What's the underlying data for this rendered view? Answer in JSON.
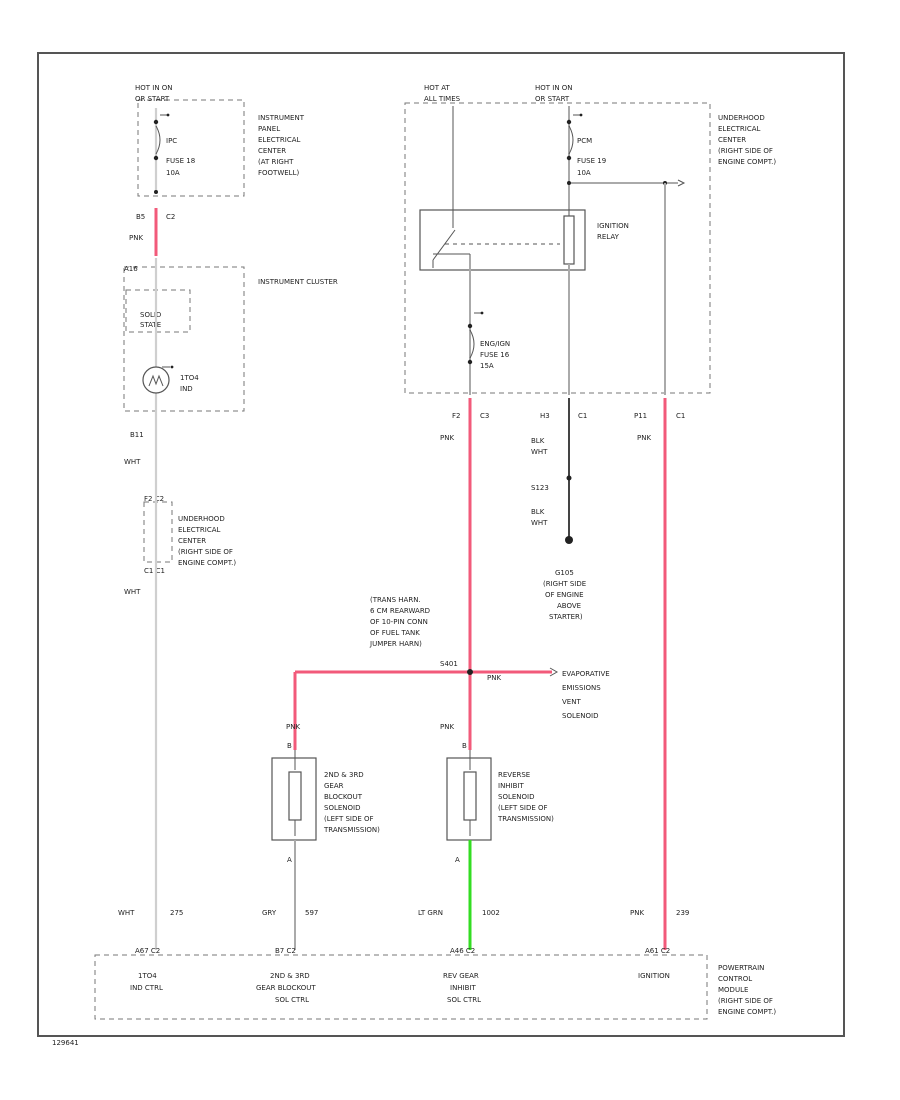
{
  "labels": {
    "hot_run_start_1": [
      "HOT IN ON",
      "OR START"
    ],
    "ipc_fuse": [
      "IPC",
      "FUSE 18",
      "10A"
    ],
    "ipec": [
      "INSTRUMENT",
      "PANEL",
      "ELECTRICAL",
      "CENTER",
      "(AT RIGHT",
      "FOOTWELL)"
    ],
    "c2_pin": "B5",
    "c2": "C2",
    "pnk_top": "PNK",
    "a16": "A16",
    "instrument_cluster": "INSTRUMENT CLUSTER",
    "solid_state": [
      "SOLID",
      "STATE"
    ],
    "lamp": [
      "1TO4",
      "IND"
    ],
    "b11": "B11",
    "wht1": "WHT",
    "f2_c2": "F2 C2",
    "uec_left": [
      "UNDERHOOD",
      "ELECTRICAL",
      "CENTER",
      "(RIGHT SIDE OF",
      "ENGINE COMPT.)"
    ],
    "c1_left": "C1 C1",
    "wht2": "WHT",
    "hot_at_all_times": [
      "HOT AT",
      "ALL TIMES"
    ],
    "hot_run_start_2": [
      "HOT IN ON",
      "OR START"
    ],
    "pcm_fuse": [
      "PCM",
      "FUSE 19",
      "10A"
    ],
    "uec_right": [
      "UNDERHOOD",
      "ELECTRICAL",
      "CENTER",
      "(RIGHT SIDE OF",
      "ENGINE COMPT.)"
    ],
    "ignition_relay": [
      "IGNITION",
      "RELAY"
    ],
    "eng_fuse": [
      "ENG/IGN",
      "FUSE 16",
      "15A"
    ],
    "f2_c3": "F2",
    "c3": "C3",
    "h3": "H3",
    "c1_mid": "C1",
    "p11": "P11",
    "c1_right": "C1",
    "pnk_mid": "PNK",
    "blk_wht_1": [
      "BLK",
      "WHT"
    ],
    "s123": "S123",
    "blk_wht_2": [
      "BLK",
      "WHT"
    ],
    "pnk_right": "PNK",
    "g105": [
      "G105",
      "(RIGHT SIDE",
      "OF ENGINE",
      "ABOVE",
      "STARTER)"
    ],
    "splice_note": [
      "(TRANS HARN.",
      "6 CM REARWARD",
      "OF 10-PIN CONN",
      "OF FUEL TANK",
      "JUMPER HARN)"
    ],
    "s401": "S401",
    "pnk_branch": "PNK",
    "evap": [
      "EVAPORATIVE",
      "EMISSIONS",
      "VENT",
      "SOLENOID"
    ],
    "pnk_sol1": "PNK",
    "pnk_sol2": "PNK",
    "sol1": [
      "2ND & 3RD",
      "GEAR",
      "BLOCKOUT",
      "SOLENOID",
      "(LEFT SIDE OF",
      "TRANSMISSION)"
    ],
    "sol2": [
      "REVERSE",
      "INHIBIT",
      "SOLENOID",
      "(LEFT SIDE OF",
      "TRANSMISSION)"
    ],
    "pin_b1": "B",
    "pin_a1": "A",
    "pin_b2": "B",
    "pin_a2": "A",
    "w1_color": "WHT",
    "w1_num": "275",
    "w2_color": "GRY",
    "w2_num": "597",
    "w3_color": "LT GRN",
    "w3_num": "1002",
    "w4_color": "PNK",
    "w4_num": "239",
    "pcm_pins": [
      "A67 C2",
      "B7 C2",
      "A46 C2",
      "A61 C2"
    ],
    "pcm_func1": [
      "1TO4",
      "IND CTRL"
    ],
    "pcm_func2": [
      "2ND & 3RD",
      "GEAR BLOCKOUT",
      "SOL CTRL"
    ],
    "pcm_func3": [
      "REV GEAR",
      "INHIBIT",
      "SOL CTRL"
    ],
    "pcm_func4": [
      "IGNITION"
    ],
    "pcm": [
      "POWERTRAIN",
      "CONTROL",
      "MODULE",
      "(RIGHT SIDE OF",
      "ENGINE COMPT.)"
    ],
    "footer": "129641"
  },
  "colors": {
    "pink_wire": "#f25a7a",
    "green_wire": "#33dd22",
    "white_wire": "#cfcfcf",
    "black_wire": "#444444"
  }
}
